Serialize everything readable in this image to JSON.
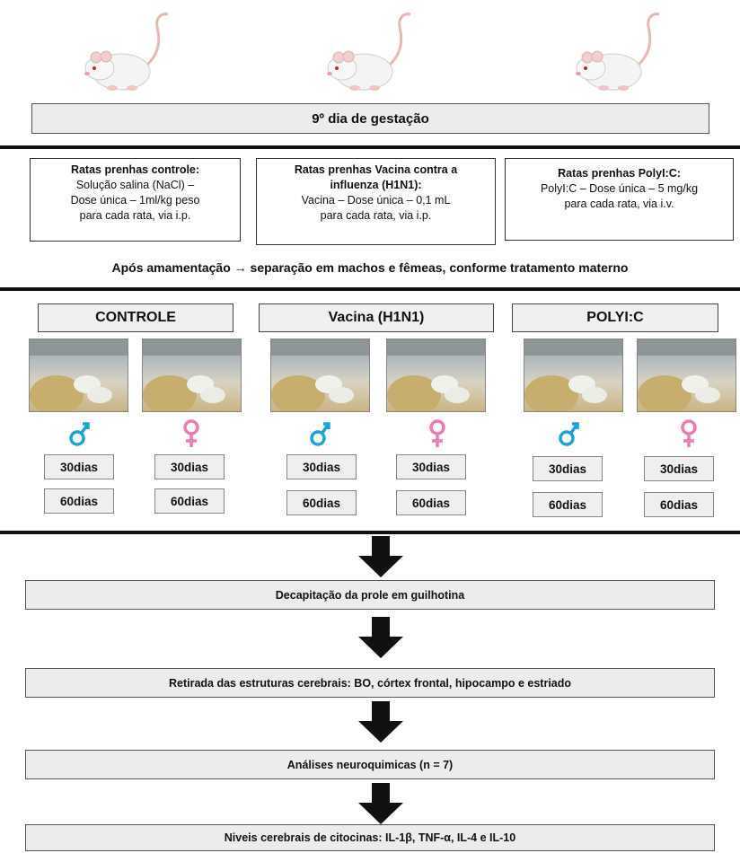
{
  "gestation_label": "9º dia de gestação",
  "treatments": [
    {
      "title": "Ratas prenhas controle:",
      "lines": [
        "Solução salina (NaCl) –",
        "Dose única – 1ml/kg peso",
        "para cada rata, via i.p."
      ]
    },
    {
      "title_lines": [
        "Ratas prenhas Vacina contra a",
        "influenza (H1N1):"
      ],
      "lines": [
        "Vacina – Dose única – 0,1 mL",
        "para cada rata, via i.p."
      ]
    },
    {
      "title": "Ratas prenhas  PolyI:C:",
      "lines": [
        "PolyI:C – Dose única – 5 mg/kg",
        "para cada rata, via i.v."
      ]
    }
  ],
  "separation_note": "Após amamentação → separação em machos e fêmeas, conforme tratamento materno",
  "groups": [
    {
      "label": "CONTROLE"
    },
    {
      "label": "Vacina (H1N1)"
    },
    {
      "label": "POLYI:C"
    }
  ],
  "days": {
    "d30": "30dias",
    "d60": "60dias"
  },
  "icons": {
    "male": "male-symbol-icon",
    "female": "female-symbol-icon",
    "rat": "rat-illustration-icon",
    "arrow": "down-arrow-icon"
  },
  "colors": {
    "male": "#1aa5d8",
    "female": "#f07ab4",
    "rule": "#111111",
    "box_fill": "#ececec"
  },
  "flow_steps": [
    "Decapitação da prole em guilhotina",
    "Retirada das estruturas cerebrais: BO, córtex frontal, hipocampo e estriado",
    "Análises neuroquimicas (n = 7)",
    "Niveis cerebrais de citocinas: IL-1β, TNF-α, IL-4 e IL-10"
  ]
}
